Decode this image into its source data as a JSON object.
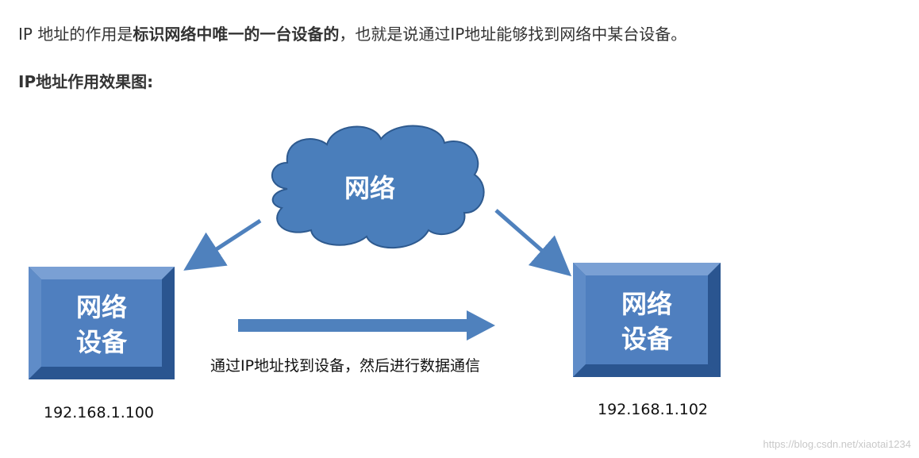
{
  "intro": {
    "prefix": "IP 地址的作用是",
    "bold": "标识网络中唯一的一台设备的",
    "suffix": "，也就是说通过IP地址能够找到网络中某台设备。"
  },
  "subheading": "IP地址作用效果图:",
  "diagram": {
    "cloud_label": "网络",
    "left_device": {
      "line1": "网络",
      "line2": "设备",
      "ip": "192.168.1.100"
    },
    "right_device": {
      "line1": "网络",
      "line2": "设备",
      "ip": "192.168.1.102"
    },
    "arrow_caption": "通过IP地址找到设备，然后进行数据通信",
    "colors": {
      "box_fill": "#4f7fbf",
      "box_bevel_light": "#7aa0d4",
      "box_bevel_dark": "#2f5f99",
      "cloud_fill": "#4a7ebb",
      "arrow": "#4f81bd"
    }
  },
  "watermark": "https://blog.csdn.net/xiaotai1234"
}
